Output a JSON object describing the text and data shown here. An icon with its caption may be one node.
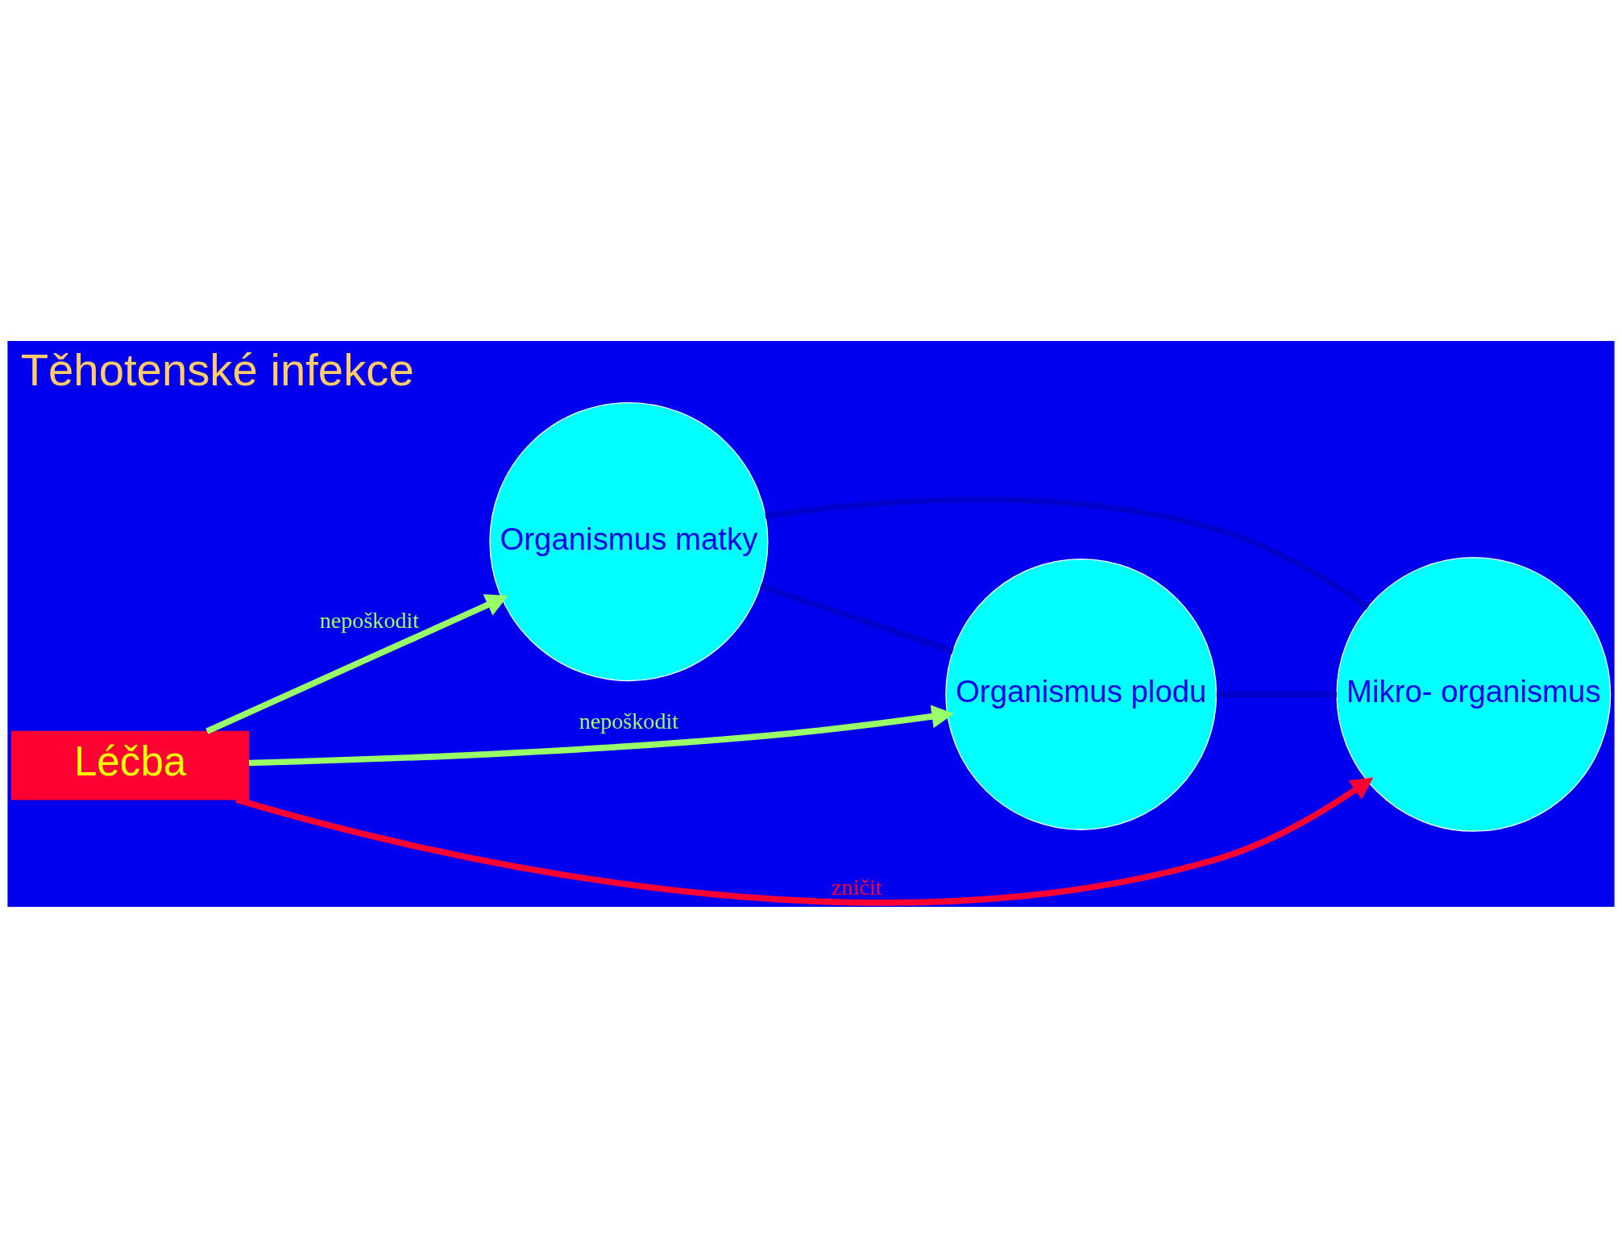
{
  "diagram": {
    "title": "Těhotenské infekce",
    "nodes": [
      {
        "text": [
          "Organismus matky"
        ]
      },
      {
        "text": [
          "Organismus plodu"
        ]
      },
      {
        "text": [
          "Mikro- organismus"
        ]
      },
      {
        "text": [
          "Léčba"
        ]
      }
    ],
    "edges": [
      {
        "from": 0,
        "to": 1,
        "arrow": "none"
      },
      {
        "from": 0,
        "to": 2,
        "arrow": "none"
      },
      {
        "from": 1,
        "to": 2,
        "arrow": "none"
      },
      {
        "from": 3,
        "to": 0,
        "arrow": "to",
        "label": "nepoškodit",
        "color": "#99ff66"
      },
      {
        "from": 3,
        "to": 1,
        "arrow": "to",
        "label": "nepoškodit",
        "color": "#99ff66"
      },
      {
        "from": 3,
        "to": 2,
        "arrow": "to",
        "label": "zničit",
        "color": "#ff0033"
      }
    ]
  }
}
